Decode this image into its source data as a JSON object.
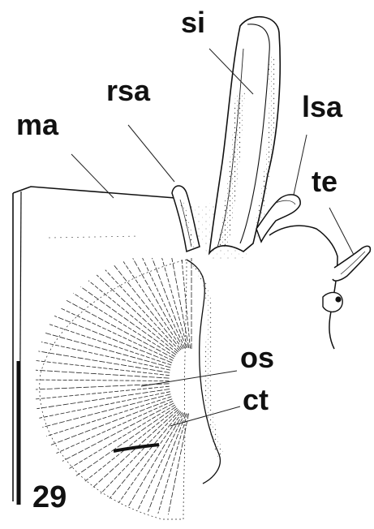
{
  "figure": {
    "number": "29",
    "background": "#ffffff",
    "ink": "#111111",
    "labels": {
      "si": "si",
      "rsa": "rsa",
      "lsa": "lsa",
      "ma": "ma",
      "te": "te",
      "os": "os",
      "ct": "ct"
    }
  }
}
